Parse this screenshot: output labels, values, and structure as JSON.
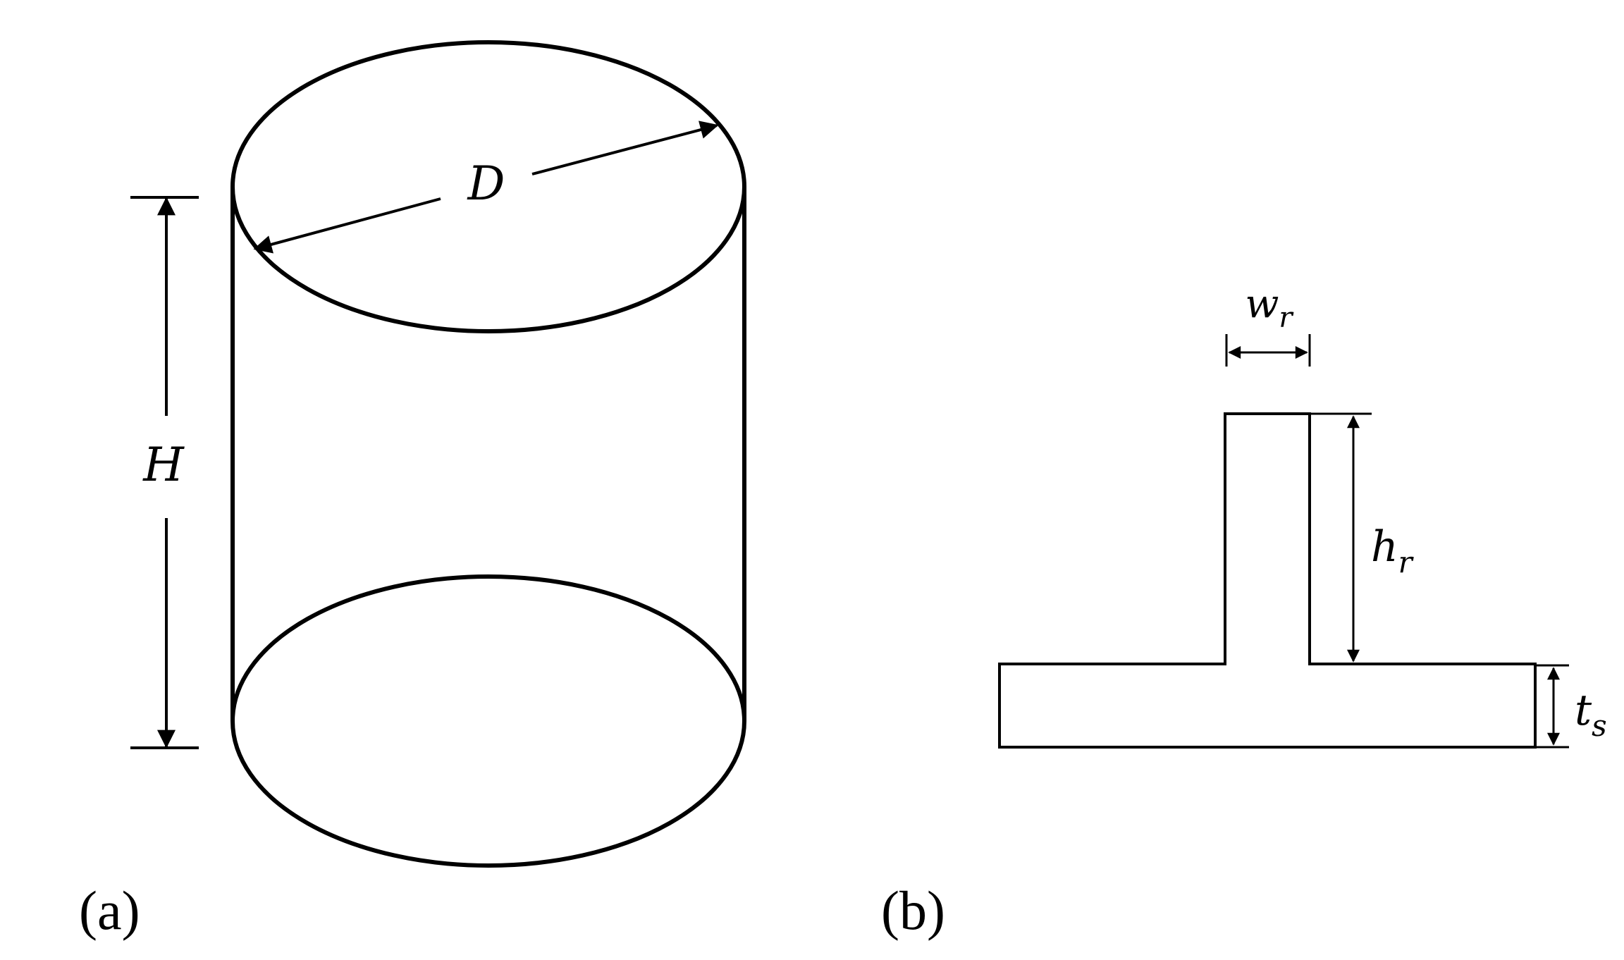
{
  "panel_a": {
    "caption": "(a)",
    "label_diameter": "D",
    "label_height": "H"
  },
  "panel_b": {
    "caption": "(b)",
    "label_rib_width": {
      "base": "w",
      "sub": "r"
    },
    "label_rib_height": {
      "base": "h",
      "sub": "r"
    },
    "label_skin_thickness": {
      "base": "t",
      "sub": "s"
    }
  },
  "colors": {
    "stroke": "#000000",
    "background": "#ffffff"
  }
}
